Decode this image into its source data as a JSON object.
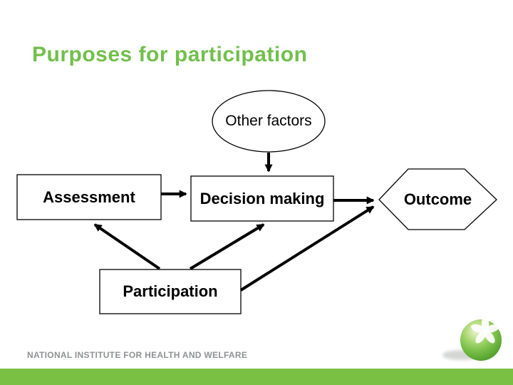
{
  "slide": {
    "title": "Purposes for participation",
    "title_color": "#71BF4C",
    "footer": "NATIONAL INSTITUTE FOR HEALTH AND WELFARE",
    "footer_color": "#8F9193",
    "bottom_bar_color": "#7AC143",
    "background_color": "#FFFFFF"
  },
  "diagram": {
    "nodes": [
      {
        "id": "other-factors",
        "label": "Other factors",
        "shape": "ellipse"
      },
      {
        "id": "assessment",
        "label": "Assessment",
        "shape": "rectangle"
      },
      {
        "id": "decision-making",
        "label": "Decision making",
        "shape": "rectangle"
      },
      {
        "id": "outcome",
        "label": "Outcome",
        "shape": "hexagon"
      },
      {
        "id": "participation",
        "label": "Participation",
        "shape": "rectangle"
      }
    ],
    "edges": [
      {
        "from": "other-factors",
        "to": "decision-making"
      },
      {
        "from": "assessment",
        "to": "decision-making"
      },
      {
        "from": "decision-making",
        "to": "outcome"
      },
      {
        "from": "participation",
        "to": "assessment"
      },
      {
        "from": "participation",
        "to": "decision-making"
      },
      {
        "from": "participation",
        "to": "outcome"
      }
    ],
    "line_color": "#000000"
  },
  "logo": {
    "name": "green-globe-flower-logo",
    "primary_color": "#7AC143"
  }
}
